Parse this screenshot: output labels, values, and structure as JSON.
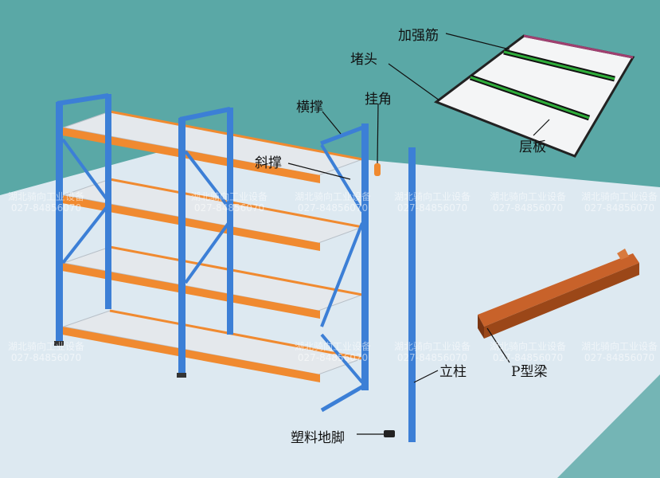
{
  "colors": {
    "background": "#5aa8a6",
    "floor": "#dde9f1",
    "upright": "#3c7fd6",
    "beam": "#f08a30",
    "shelf": "#e4e8ec",
    "p_beam": "#b8561c",
    "reinforcement": "#2fae3a"
  },
  "labels": {
    "reinforcement_rib": "加强筋",
    "end_cap": "堵头",
    "cross_brace": "横撑",
    "hanging_corner": "挂角",
    "diagonal_brace": "斜撑",
    "shelf_panel": "层板",
    "upright_column": "立柱",
    "p_beam": "P型梁",
    "plastic_foot": "塑料地脚"
  },
  "watermark": {
    "company": "湖北骑向工业设备",
    "phone": "027-84856070"
  }
}
